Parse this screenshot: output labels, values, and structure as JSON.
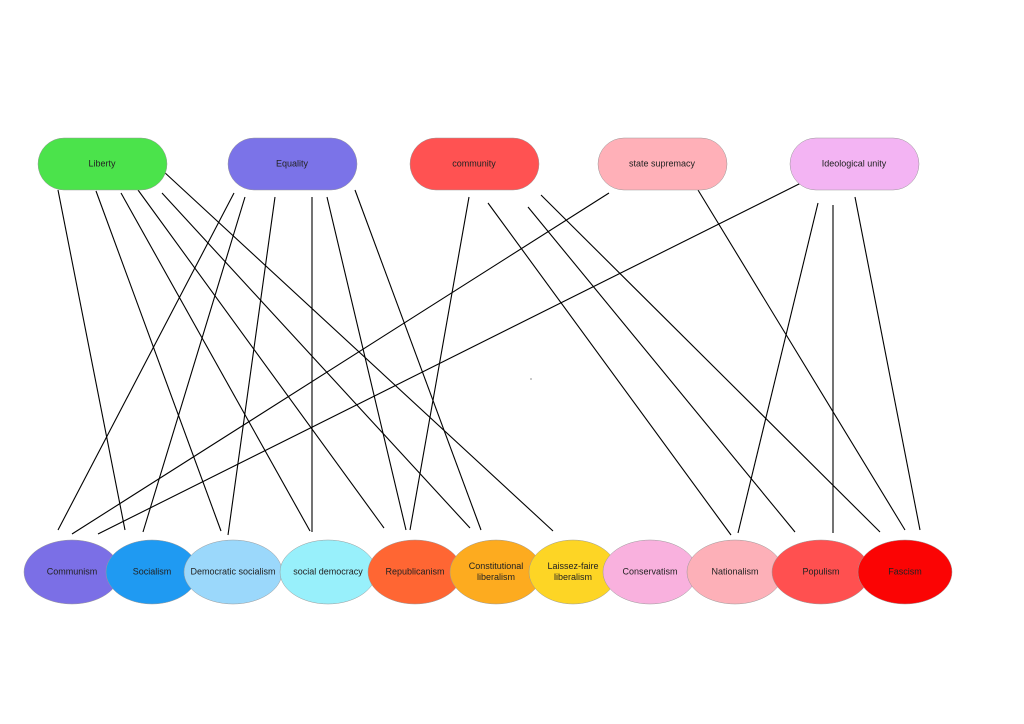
{
  "values": [
    {
      "id": "liberty",
      "label": "Liberty",
      "color": "#4be34b"
    },
    {
      "id": "equality",
      "label": "Equality",
      "color": "#7b73e8"
    },
    {
      "id": "community",
      "label": "community",
      "color": "#ff5252"
    },
    {
      "id": "state",
      "label": "state supremacy",
      "color": "#ffb0b8"
    },
    {
      "id": "unity",
      "label": "Ideological unity",
      "color": "#f3b4f3"
    }
  ],
  "ideologies": [
    {
      "id": "communism",
      "label": [
        "Communism"
      ],
      "color": "#7b6fe6"
    },
    {
      "id": "socialism",
      "label": [
        "Socialism"
      ],
      "color": "#1f9af2"
    },
    {
      "id": "demsoc",
      "label": [
        "Democratic socialism"
      ],
      "color": "#9bd8fb"
    },
    {
      "id": "socdem",
      "label": [
        "social democracy"
      ],
      "color": "#98f0fb"
    },
    {
      "id": "republicanism",
      "label": [
        "Republicanism"
      ],
      "color": "#ff6633"
    },
    {
      "id": "constlib",
      "label": [
        "Constitutional",
        "liberalism"
      ],
      "color": "#fdab1f"
    },
    {
      "id": "laissez",
      "label": [
        "Laissez-faire",
        "liberalism"
      ],
      "color": "#fdd525"
    },
    {
      "id": "conservatism",
      "label": [
        "Conservatism"
      ],
      "color": "#f9b1de"
    },
    {
      "id": "nationalism",
      "label": [
        "Nationalism"
      ],
      "color": "#fdb0b8"
    },
    {
      "id": "populism",
      "label": [
        "Populism"
      ],
      "color": "#ff5050"
    },
    {
      "id": "fascism",
      "label": [
        "Fascism"
      ],
      "color": "#fb0404"
    }
  ],
  "edges": [
    [
      "liberty",
      "socialism"
    ],
    [
      "liberty",
      "demsoc"
    ],
    [
      "liberty",
      "socdem"
    ],
    [
      "liberty",
      "republicanism"
    ],
    [
      "liberty",
      "constlib"
    ],
    [
      "liberty",
      "laissez"
    ],
    [
      "equality",
      "communism"
    ],
    [
      "equality",
      "socialism"
    ],
    [
      "equality",
      "demsoc"
    ],
    [
      "equality",
      "socdem"
    ],
    [
      "equality",
      "republicanism"
    ],
    [
      "equality",
      "constlib"
    ],
    [
      "community",
      "republicanism"
    ],
    [
      "community",
      "nationalism"
    ],
    [
      "community",
      "populism"
    ],
    [
      "community",
      "fascism"
    ],
    [
      "state",
      "communism"
    ],
    [
      "state",
      "fascism"
    ],
    [
      "unity",
      "communism"
    ],
    [
      "unity",
      "nationalism"
    ],
    [
      "unity",
      "populism"
    ],
    [
      "unity",
      "fascism"
    ]
  ]
}
